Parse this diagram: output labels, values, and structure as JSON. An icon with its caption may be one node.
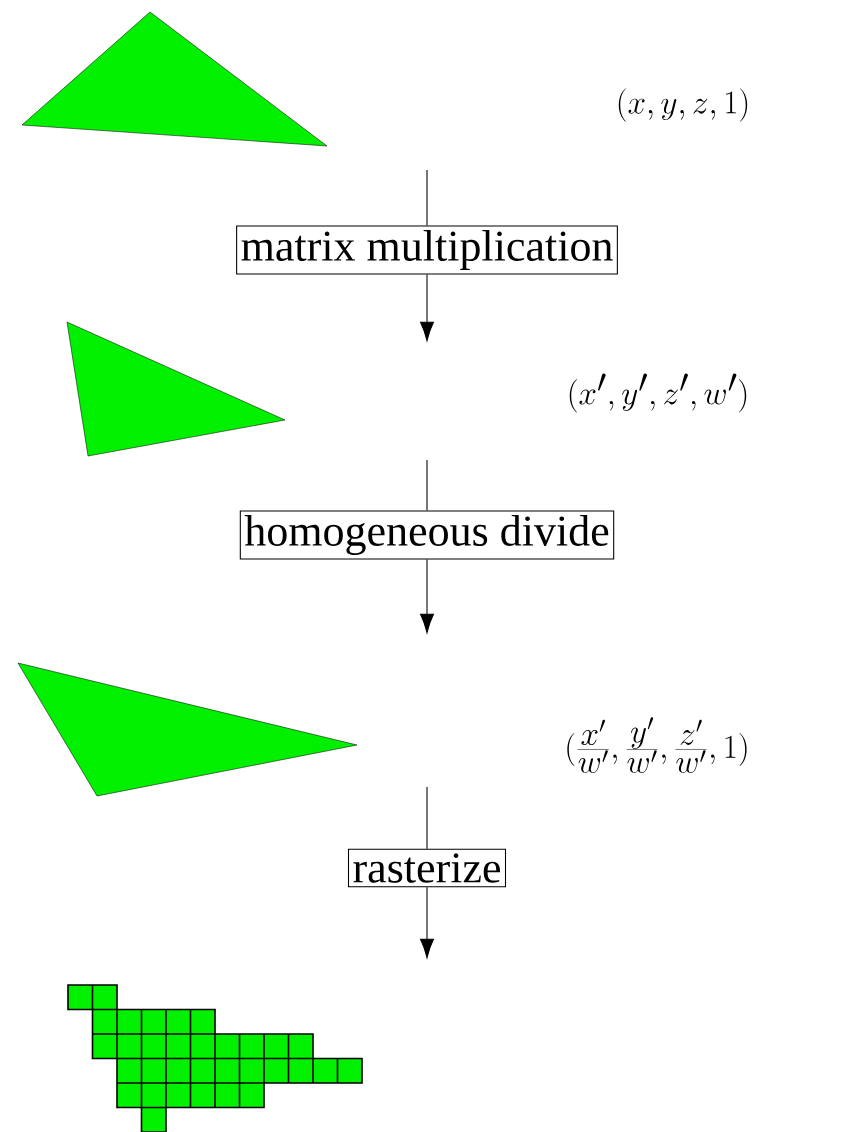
{
  "diagram": {
    "nodes": [
      {
        "text": [
          "matrix multiplication"
        ]
      },
      {
        "text": [
          "homogeneous divide"
        ]
      },
      {
        "text": [
          "rasterize"
        ]
      }
    ],
    "edges": [
      {
        "from": null,
        "to": 0,
        "arrow": "none"
      },
      {
        "from": 0,
        "to": null,
        "arrow": "to"
      },
      {
        "from": null,
        "to": 1,
        "arrow": "none"
      },
      {
        "from": 1,
        "to": null,
        "arrow": "to"
      },
      {
        "from": null,
        "to": 2,
        "arrow": "none"
      },
      {
        "from": 2,
        "to": null,
        "arrow": "to"
      }
    ],
    "labels": [
      "(x, y, z, 1)",
      "(x', y', z', w')",
      "(\\frac{x'}{w'}, \\frac{y'}{w'}, \\frac{z'}{w'}, 1)"
    ]
  }
}
